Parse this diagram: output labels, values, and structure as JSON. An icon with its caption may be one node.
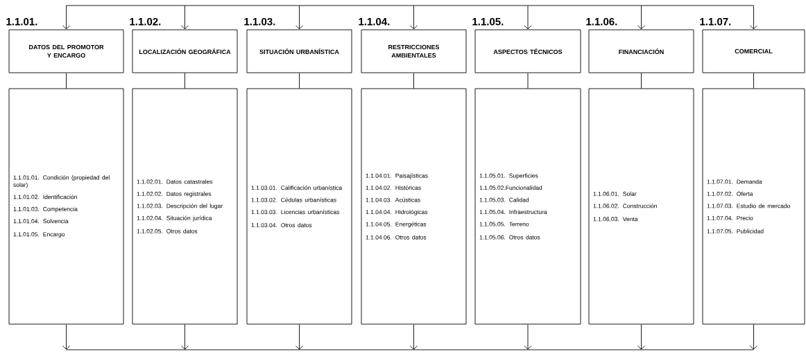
{
  "diagram": {
    "nodes": [
      {
        "text": [
          "DATOS DEL PROMOTOR Y ENCARGO"
        ],
        "beside": [
          "1.1.01."
        ]
      },
      {
        "text": [
          "1.1.01.01. Condición (propiedad del solar)",
          "1.1.01.02. Identificación",
          "1.1.01.03. Competencia",
          "1.1.01.04. Solvencia",
          "1.1.01.05. Encargo"
        ]
      },
      {
        "text": [
          "LOCALIZACIÓN GEOGRÁFICA"
        ],
        "beside": [
          "1.1.02."
        ]
      },
      {
        "text": [
          "1.1.02.01. Datos catastrales",
          "1.1.02.02. Datos registrales",
          "1.1.02.03. Descripción del lugar",
          "1.1.02.04. Situación jurídica",
          "1.1.02.05. Otros datos"
        ]
      },
      {
        "text": [
          "SITUACIÓN URBANÍSTICA"
        ],
        "beside": [
          "1.1.03."
        ]
      },
      {
        "text": [
          "1.1.03.01. Calificación urbanística",
          "1.1.03.02. Cédulas urbanísticas",
          "1.1.03.03. Licencias urbanísticas",
          "1.1.03.04. Otros datos"
        ]
      },
      {
        "text": [
          "RESTRICCIONES AMBIENTALES"
        ],
        "beside": [
          "1.1.04."
        ]
      },
      {
        "text": [
          "1.1.04.01. Paisajísticas",
          "1.1.04.02. Históricas",
          "1.1.04.03. Acústicas",
          "1.1.04.04. Hidrológicas",
          "1.1.04.05. Energéticas",
          "1.1.04.06. Otros datos"
        ]
      },
      {
        "text": [
          "ASPECTOS TÉCNICOS"
        ],
        "beside": [
          "1.1.05."
        ]
      },
      {
        "text": [
          "1.1.05.01. Superficies",
          "1.1.05.02.Funcionalidad",
          "1.1.05.03. Calidad",
          "1.1.05.04. Infraestructura",
          "1.1.05.05. Terreno",
          "1.1.05.06. Otros datos"
        ]
      },
      {
        "text": [
          "FINANCIACIÓN"
        ],
        "beside": [
          "1.1.06."
        ]
      },
      {
        "text": [
          "1.1.06.01. Solar",
          "1.1.06.02. Construcción",
          "1.1.06.03. Venta"
        ]
      },
      {
        "text": [
          "COMERCIAL"
        ],
        "beside": [
          "1.1.07."
        ]
      },
      {
        "text": [
          "1.1.07.01. Demanda",
          "1.1.07.02. Oferta",
          "1.1.07.03. Estudio de mercado",
          "1.1.07.04. Precio",
          "1.1.07.05. Publicidad"
        ]
      }
    ],
    "edges": [
      {
        "from": null,
        "to": 0,
        "arrow": "to"
      },
      {
        "from": null,
        "to": 2,
        "arrow": "to"
      },
      {
        "from": null,
        "to": 4,
        "arrow": "to"
      },
      {
        "from": null,
        "to": 6,
        "arrow": "to"
      },
      {
        "from": null,
        "to": 8,
        "arrow": "to"
      },
      {
        "from": null,
        "to": 10,
        "arrow": "to"
      },
      {
        "from": null,
        "to": 12,
        "arrow": "to"
      },
      {
        "from": 0,
        "to": 1,
        "arrow": "none"
      },
      {
        "from": 2,
        "to": 3,
        "arrow": "none"
      },
      {
        "from": 4,
        "to": 5,
        "arrow": "none"
      },
      {
        "from": 6,
        "to": 7,
        "arrow": "none"
      },
      {
        "from": 8,
        "to": 9,
        "arrow": "none"
      },
      {
        "from": 10,
        "to": 11,
        "arrow": "none"
      },
      {
        "from": 12,
        "to": 13,
        "arrow": "none"
      },
      {
        "from": 1,
        "to": null,
        "arrow": "to"
      },
      {
        "from": 3,
        "to": null,
        "arrow": "to"
      },
      {
        "from": 5,
        "to": null,
        "arrow": "to"
      },
      {
        "from": 7,
        "to": null,
        "arrow": "to"
      },
      {
        "from": 9,
        "to": null,
        "arrow": "to"
      },
      {
        "from": 11,
        "to": null,
        "arrow": "to"
      },
      {
        "from": 13,
        "to": null,
        "arrow": "to"
      }
    ]
  }
}
